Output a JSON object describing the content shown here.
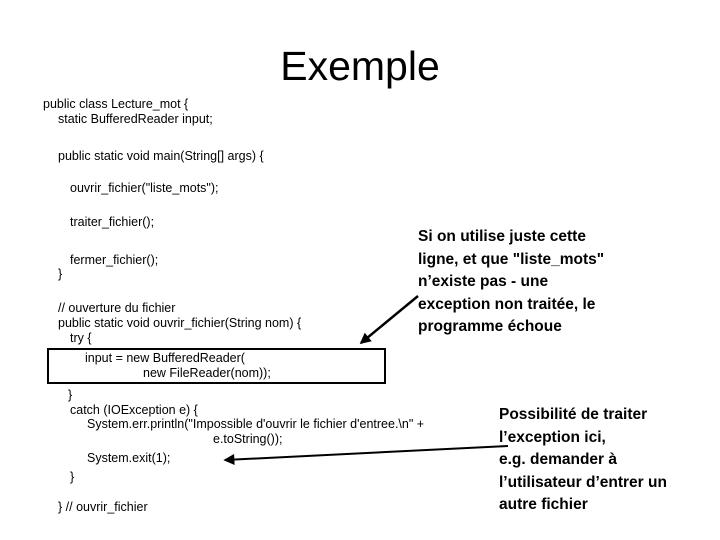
{
  "slide": {
    "title": "Exemple"
  },
  "code_lines": [
    "public class Lecture_mot {",
    "static BufferedReader input;",
    "public static void main(String[] args) {",
    "ouvrir_fichier(\"liste_mots\");",
    "traiter_fichier();",
    "fermer_fichier();",
    "}",
    "// ouverture du fichier",
    "public static void ouvrir_fichier(String nom) {",
    "try {",
    "input = new BufferedReader(",
    "new FileReader(nom));",
    "}",
    "catch (IOException e) {",
    "System.err.println(\"Impossible d'ouvrir le fichier d'entree.\\n\" +",
    "e.toString());",
    "System.exit(1);",
    "}",
    "} // ouvrir_fichier"
  ],
  "annotations": {
    "exception_note": "Si on utilise juste cette\nligne, et que \"liste_mots\"\nn’existe pas - une\nexception non traitée, le\nprogramme échoue",
    "handling_note": "Possibilité de traiter\nl’exception ici,\ne.g. demander à\nl’utilisateur d’entrer un\nautre fichier"
  },
  "colors": {
    "background": "#ffffff",
    "text": "#000000",
    "arrow": "#000000",
    "highlight_box_border": "#000000"
  }
}
